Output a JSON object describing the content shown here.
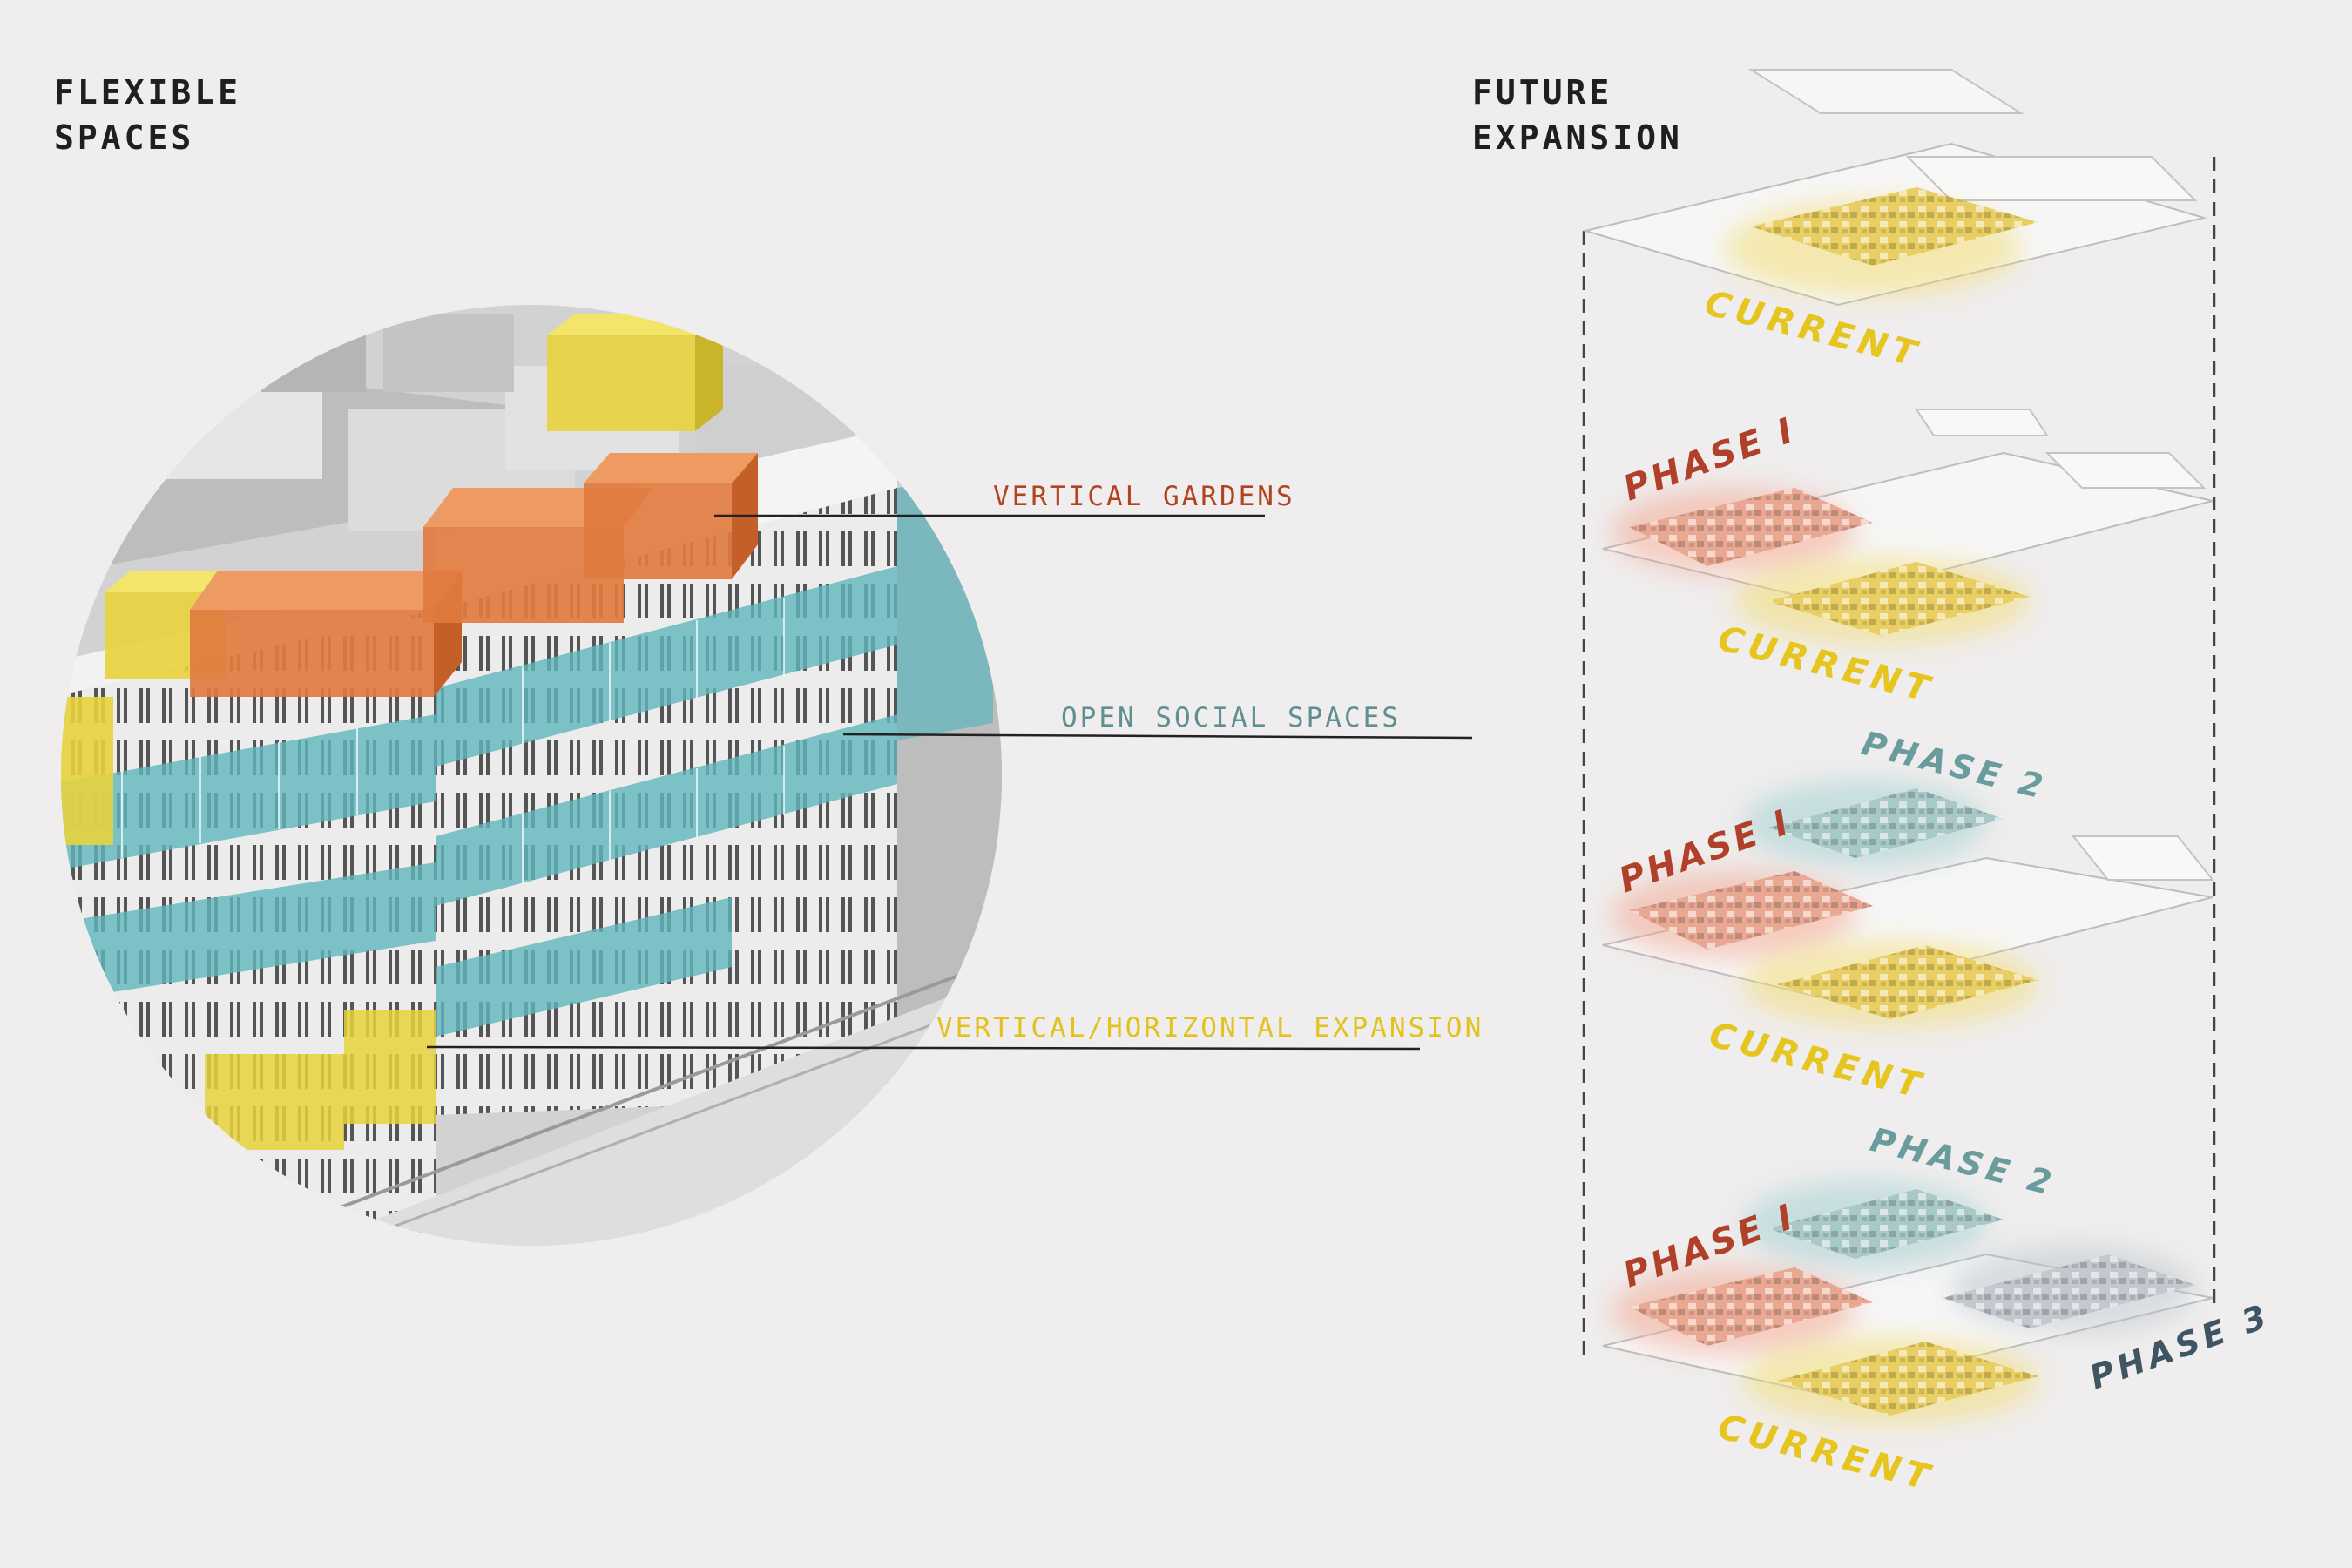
{
  "left_title": [
    "FLEXIBLE",
    "SPACES"
  ],
  "right_title": [
    "FUTURE",
    "EXPANSION"
  ],
  "callouts": {
    "vertical_gardens": "VERTICAL GARDENS",
    "open_social": "OPEN SOCIAL SPACES",
    "expansion": "VERTICAL/HORIZONTAL EXPANSION"
  },
  "phases": {
    "current": "CURRENT",
    "phase1": "PHASE I",
    "phase2": "PHASE 2",
    "phase3": "PHASE 3"
  },
  "colors": {
    "background": "#efeded",
    "garden": "#e07b3f",
    "expansion": "#e8d23c",
    "social": "#5fb6bd",
    "label_garden": "#b2431f",
    "label_social": "#5f8f91",
    "label_expansion": "#e2c21c",
    "phase1": "#b0402a",
    "phase2": "#6a9c9d",
    "phase3": "#3f5563",
    "current": "#e6c51f"
  }
}
